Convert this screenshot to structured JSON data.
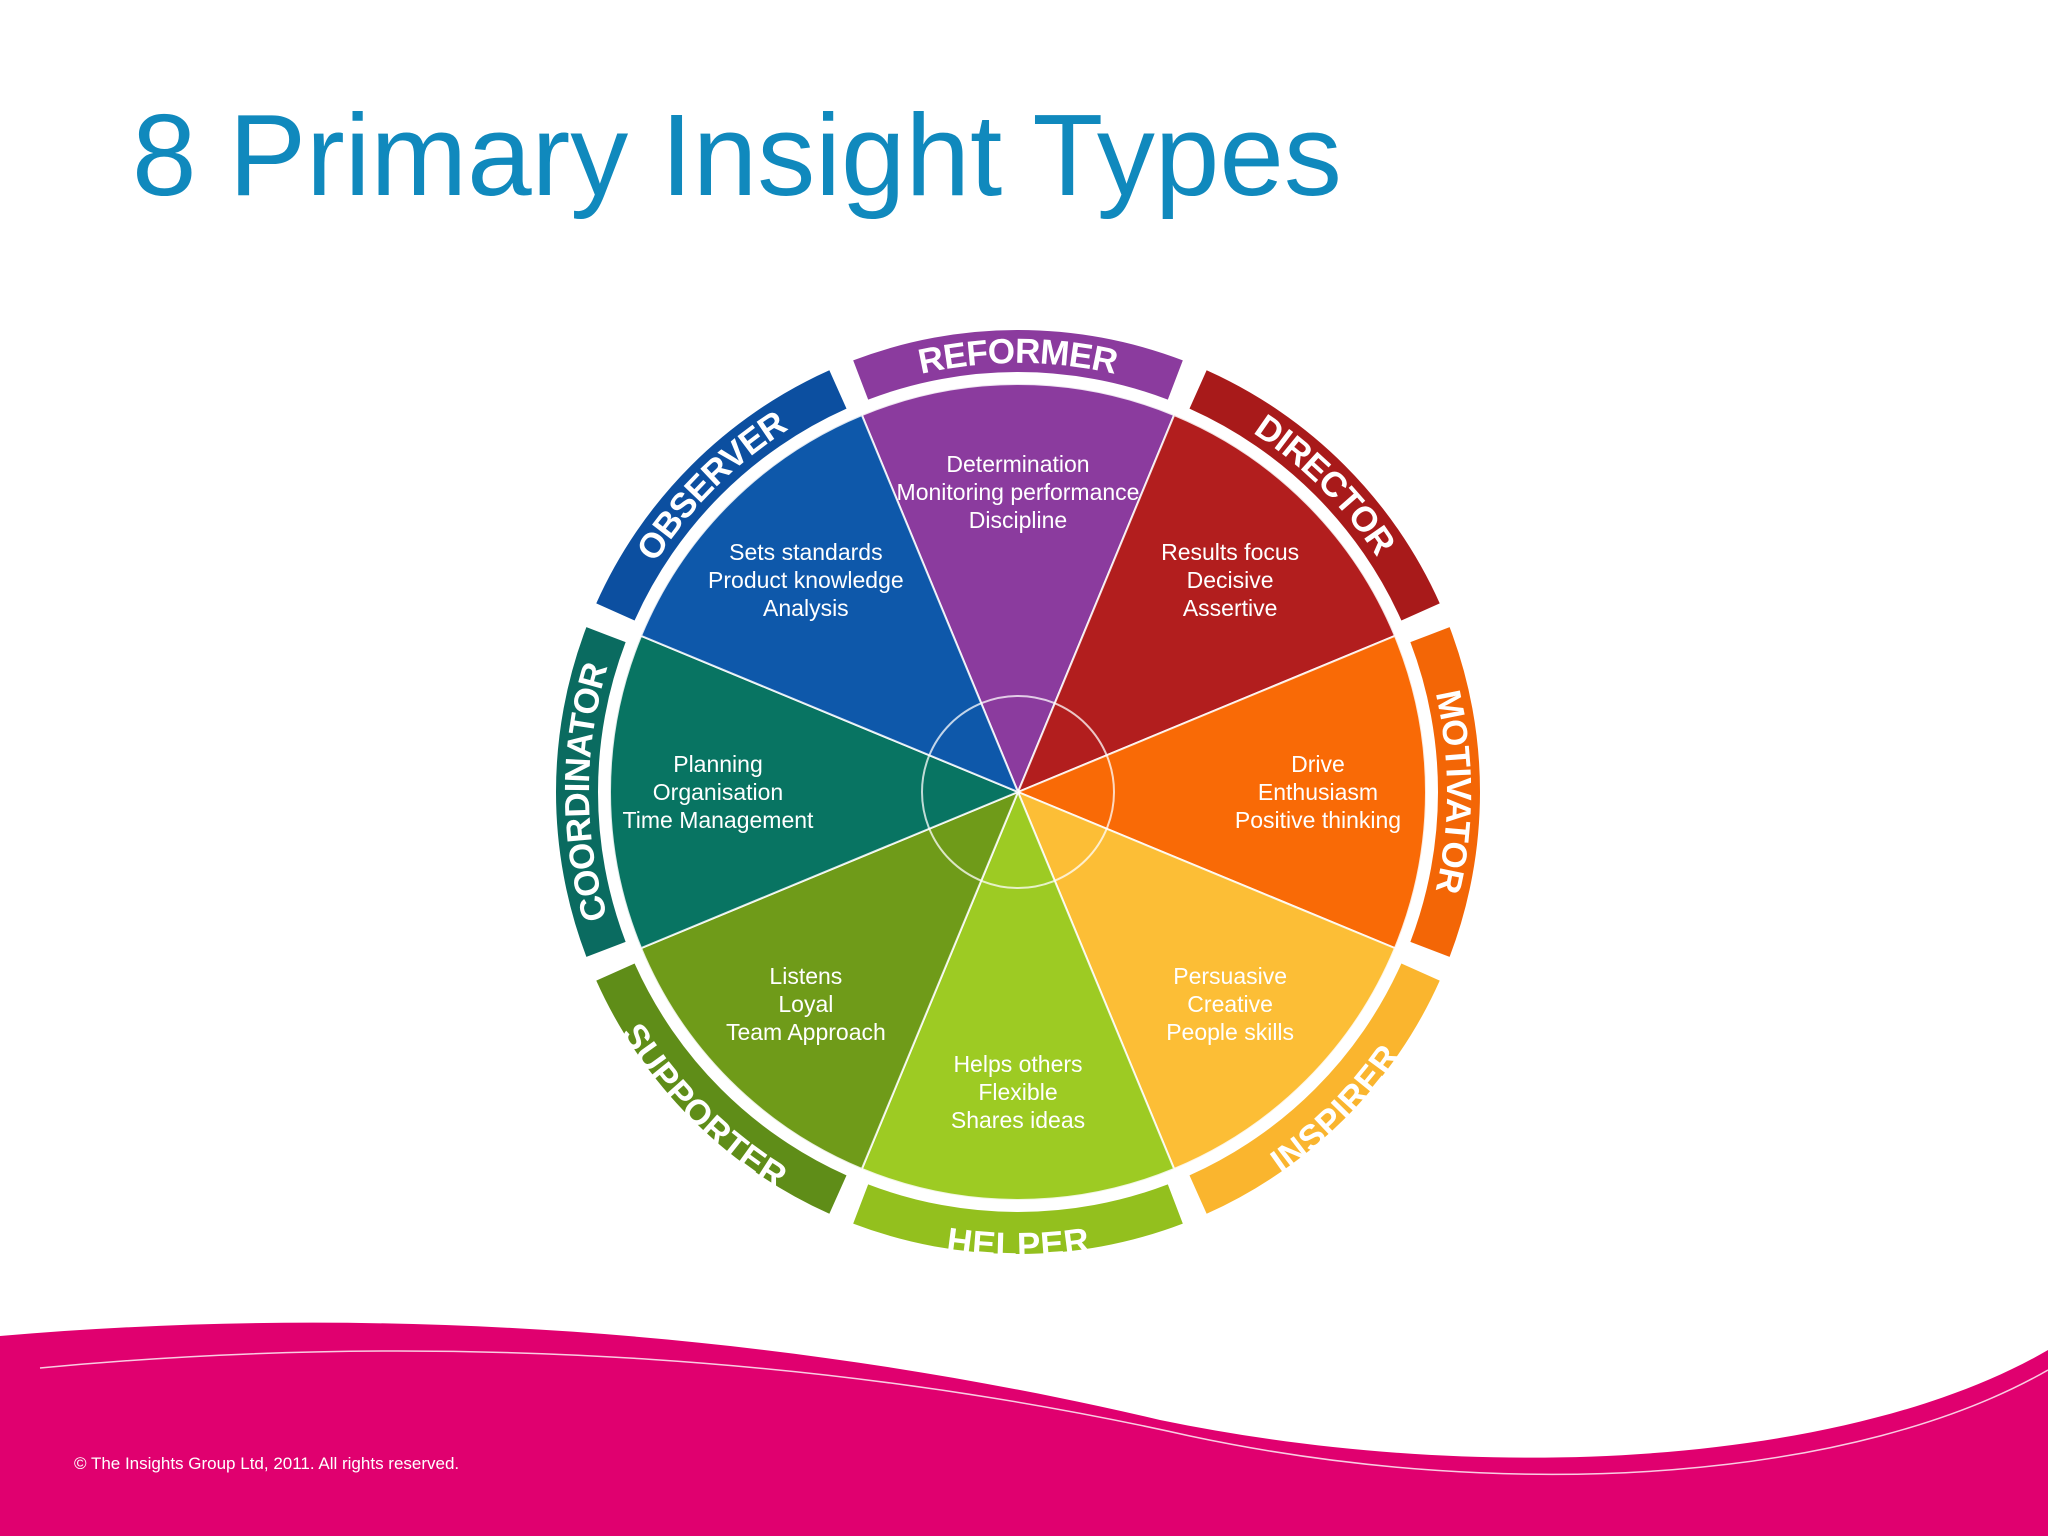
{
  "slide": {
    "title": "8 Primary Insight Types",
    "copyright": "© The Insights Group Ltd, 2011. All rights reserved."
  },
  "wheel": {
    "types": [
      {
        "name": "REFORMER",
        "color": "#8b3b9e",
        "ring_color": "#8b3b9e",
        "traits": [
          "Determination",
          "Monitoring performance",
          "Discipline"
        ]
      },
      {
        "name": "DIRECTOR",
        "color": "#b21e1e",
        "ring_color": "#a81a1a",
        "traits": [
          "Results focus",
          "Decisive",
          "Assertive"
        ]
      },
      {
        "name": "MOTIVATOR",
        "color": "#f96a06",
        "ring_color": "#f36606",
        "traits": [
          "Drive",
          "Enthusiasm",
          "Positive thinking"
        ]
      },
      {
        "name": "INSPIRER",
        "color": "#fcbe36",
        "ring_color": "#fab52e",
        "traits": [
          "Persuasive",
          "Creative",
          "People skills"
        ]
      },
      {
        "name": "HELPER",
        "color": "#9dcb23",
        "ring_color": "#93c01e",
        "traits": [
          "Helps others",
          "Flexible",
          "Shares ideas"
        ]
      },
      {
        "name": "SUPPORTER",
        "color": "#6f9b19",
        "ring_color": "#5f8d18",
        "traits": [
          "Listens",
          "Loyal",
          "Team Approach"
        ]
      },
      {
        "name": "COORDINATOR",
        "color": "#087462",
        "ring_color": "#0a6b60",
        "traits": [
          "Planning",
          "Organisation",
          "Time Management"
        ]
      },
      {
        "name": "OBSERVER",
        "color": "#0e58aa",
        "ring_color": "#0c4fa0",
        "traits": [
          "Sets standards",
          "Product knowledge",
          "Analysis"
        ]
      }
    ]
  },
  "colors": {
    "title": "#1089bd",
    "footer_band": "#e0006f"
  }
}
